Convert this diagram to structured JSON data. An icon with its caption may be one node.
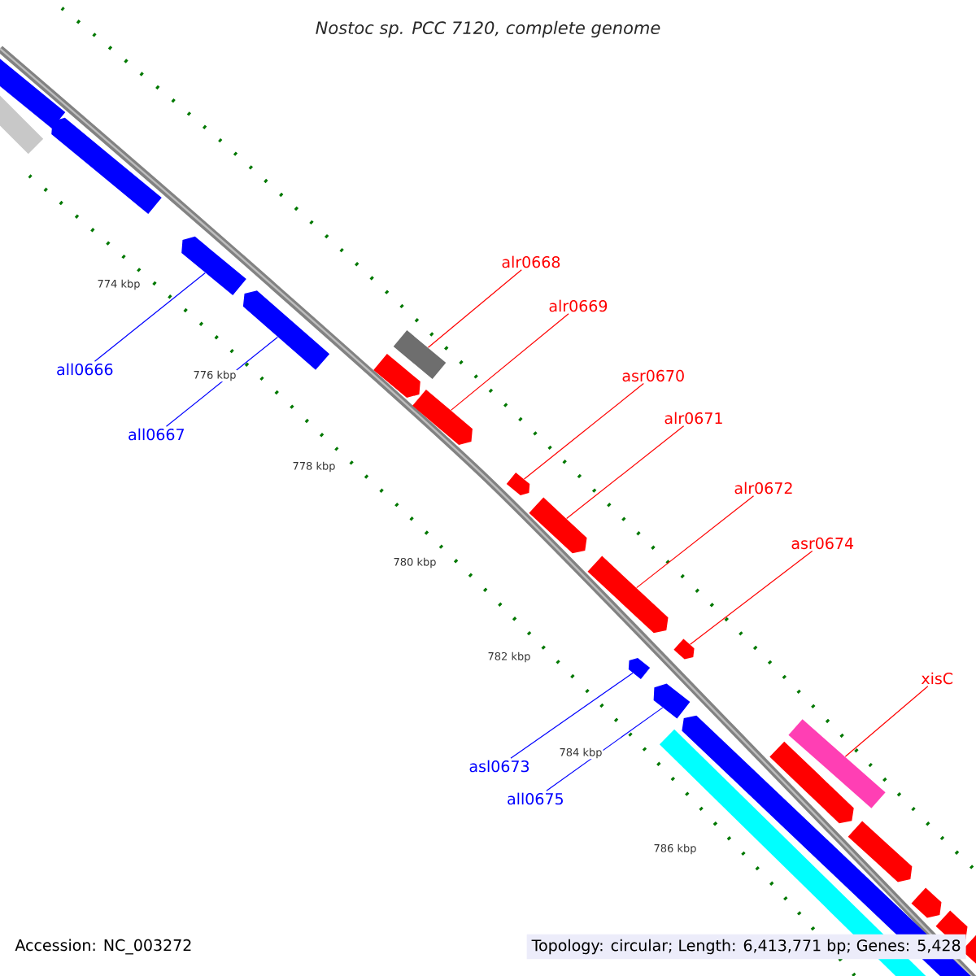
{
  "diagram": {
    "title": "Nostoc sp. PCC 7120, complete genome",
    "nodes": [
      {
        "text": [
          "alr0668"
        ]
      },
      {
        "text": [
          "alr0669"
        ]
      },
      {
        "text": [
          "all0666"
        ]
      },
      {
        "text": [
          "asr0670"
        ]
      },
      {
        "text": [
          "alr0671"
        ]
      },
      {
        "text": [
          "all0667"
        ]
      },
      {
        "text": [
          "alr0672"
        ]
      },
      {
        "text": [
          "asr0674"
        ]
      },
      {
        "text": [
          "xisC"
        ]
      },
      {
        "text": [
          "asl0673"
        ]
      },
      {
        "text": [
          "all0675"
        ]
      },
      {
        "text": [],
        "shape": "bar"
      },
      {
        "text": [],
        "shape": "bar"
      },
      {
        "text": [],
        "shape": "pentagon"
      },
      {
        "text": [],
        "shape": "pentagon"
      },
      {
        "text": [],
        "shape": "pentagon"
      },
      {
        "text": [],
        "shape": "pentagon"
      },
      {
        "text": [],
        "shape": "bar"
      },
      {
        "text": [],
        "shape": "pentagon"
      },
      {
        "text": [],
        "shape": "pentagon"
      },
      {
        "text": [],
        "shape": "pentagon"
      },
      {
        "text": [],
        "shape": "pentagon"
      },
      {
        "text": [],
        "shape": "pentagon"
      },
      {
        "text": [],
        "shape": "pentagon"
      },
      {
        "text": [],
        "shape": "bar"
      },
      {
        "text": [],
        "shape": "pentagon"
      },
      {
        "text": [],
        "shape": "pentagon"
      },
      {
        "text": [],
        "shape": "pentagon"
      },
      {
        "text": [],
        "shape": "bar"
      },
      {
        "text": [],
        "shape": "pentagon"
      },
      {
        "text": [],
        "shape": "pentagon"
      },
      {
        "text": [],
        "shape": "pentagon"
      },
      {
        "text": [],
        "shape": "pentagon"
      }
    ],
    "edges": [
      {
        "from": 0,
        "to": 17,
        "arrow": "none"
      },
      {
        "from": 1,
        "to": 18,
        "arrow": "none"
      },
      {
        "from": 2,
        "to": 14,
        "arrow": "none",
        "color": "#0000ff"
      },
      {
        "from": 3,
        "to": 19,
        "arrow": "none"
      },
      {
        "from": 4,
        "to": 20,
        "arrow": "none"
      },
      {
        "from": 5,
        "to": 15,
        "arrow": "none",
        "color": "#0000ff"
      },
      {
        "from": 6,
        "to": 21,
        "arrow": "none"
      },
      {
        "from": 7,
        "to": 25,
        "arrow": "none"
      },
      {
        "from": 8,
        "to": 28,
        "arrow": "none"
      },
      {
        "from": 9,
        "to": 22,
        "arrow": "none",
        "color": "#0000ff"
      },
      {
        "from": 10,
        "to": 23,
        "arrow": "none",
        "color": "#0000ff"
      }
    ],
    "labels": [
      "774 kbp",
      "776 kbp",
      "778 kbp",
      "780 kbp",
      "782 kbp",
      "784 kbp",
      "786 kbp",
      "Accession: NC_003272",
      "Topology: circular; Length: 6,413,771 bp; Genes: 5,428"
    ]
  }
}
